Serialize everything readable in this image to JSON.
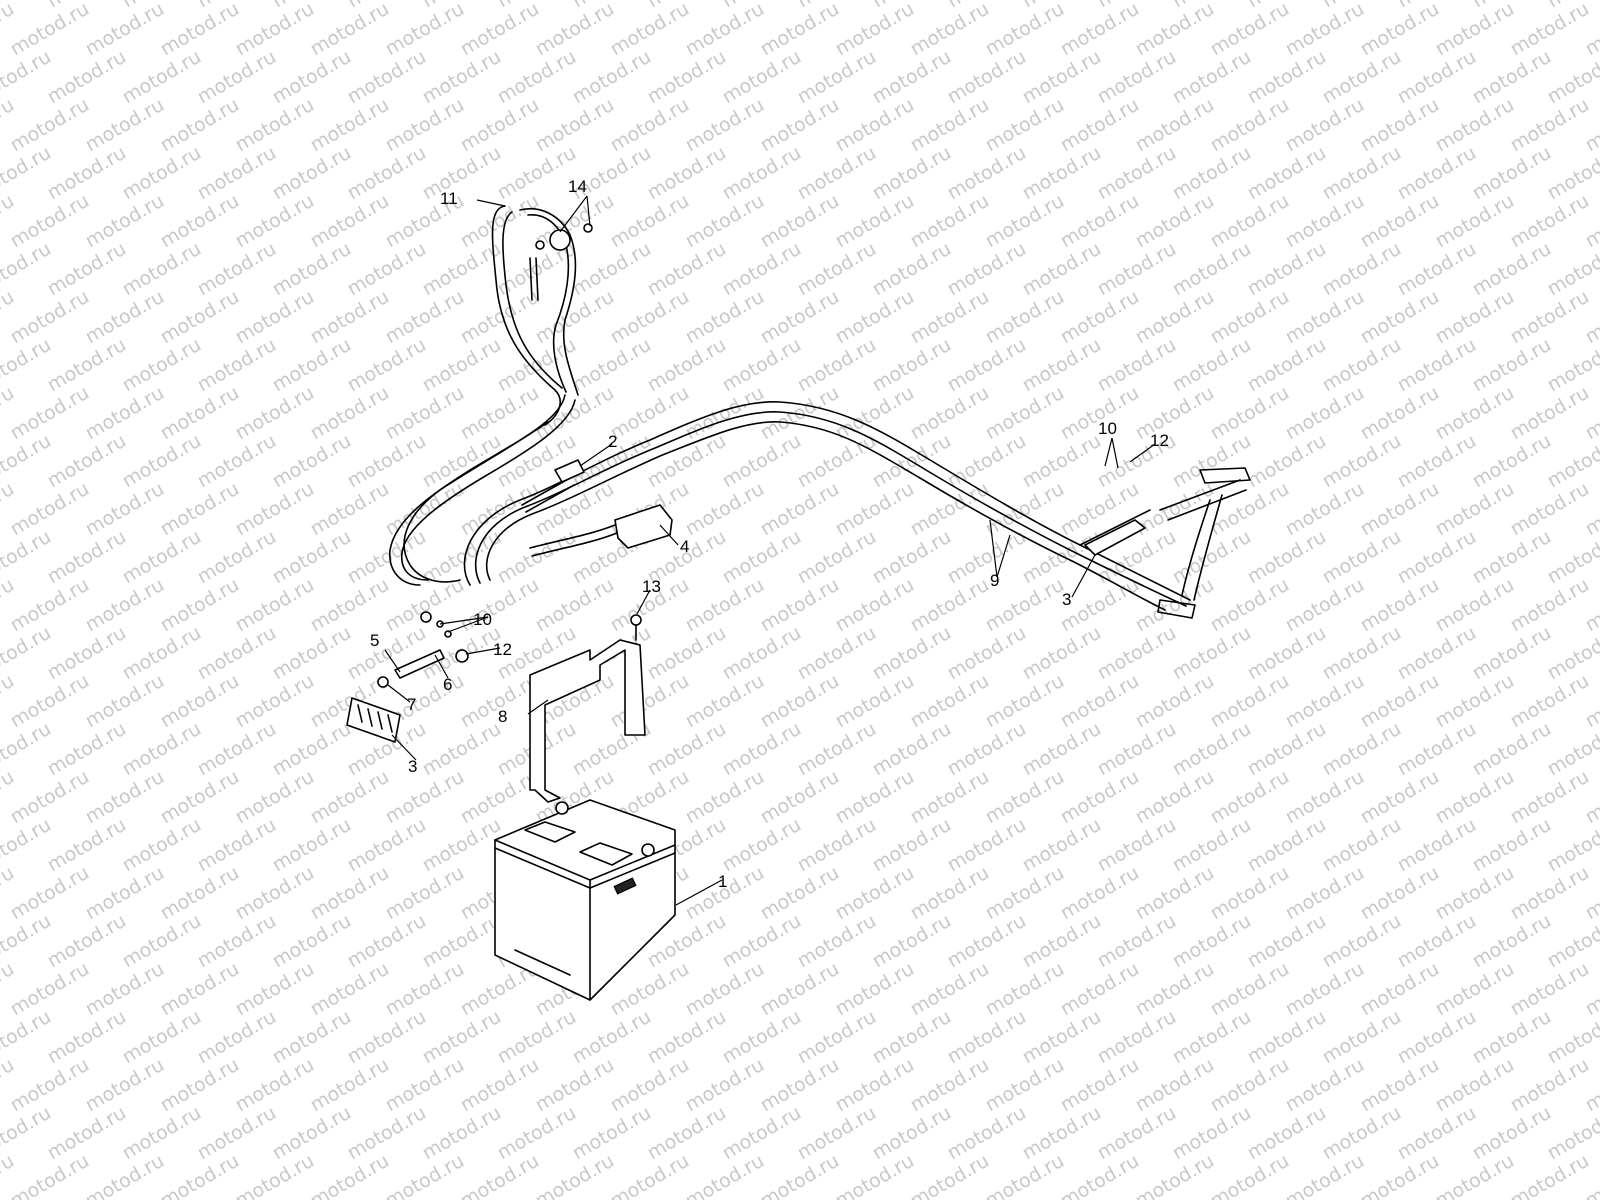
{
  "watermark": {
    "text": "motod.ru",
    "color": "#c8c8c8"
  },
  "callouts": [
    {
      "id": "c1",
      "text": "1"
    },
    {
      "id": "c2",
      "text": "2"
    },
    {
      "id": "c3a",
      "text": "3"
    },
    {
      "id": "c3b",
      "text": "3"
    },
    {
      "id": "c4",
      "text": "4"
    },
    {
      "id": "c5",
      "text": "5"
    },
    {
      "id": "c6",
      "text": "6"
    },
    {
      "id": "c7",
      "text": "7"
    },
    {
      "id": "c8",
      "text": "8"
    },
    {
      "id": "c9",
      "text": "9"
    },
    {
      "id": "c10a",
      "text": "10"
    },
    {
      "id": "c10b",
      "text": "10"
    },
    {
      "id": "c11",
      "text": "11"
    },
    {
      "id": "c12a",
      "text": "12"
    },
    {
      "id": "c12b",
      "text": "12"
    },
    {
      "id": "c13",
      "text": "13"
    },
    {
      "id": "c14",
      "text": "14"
    }
  ]
}
